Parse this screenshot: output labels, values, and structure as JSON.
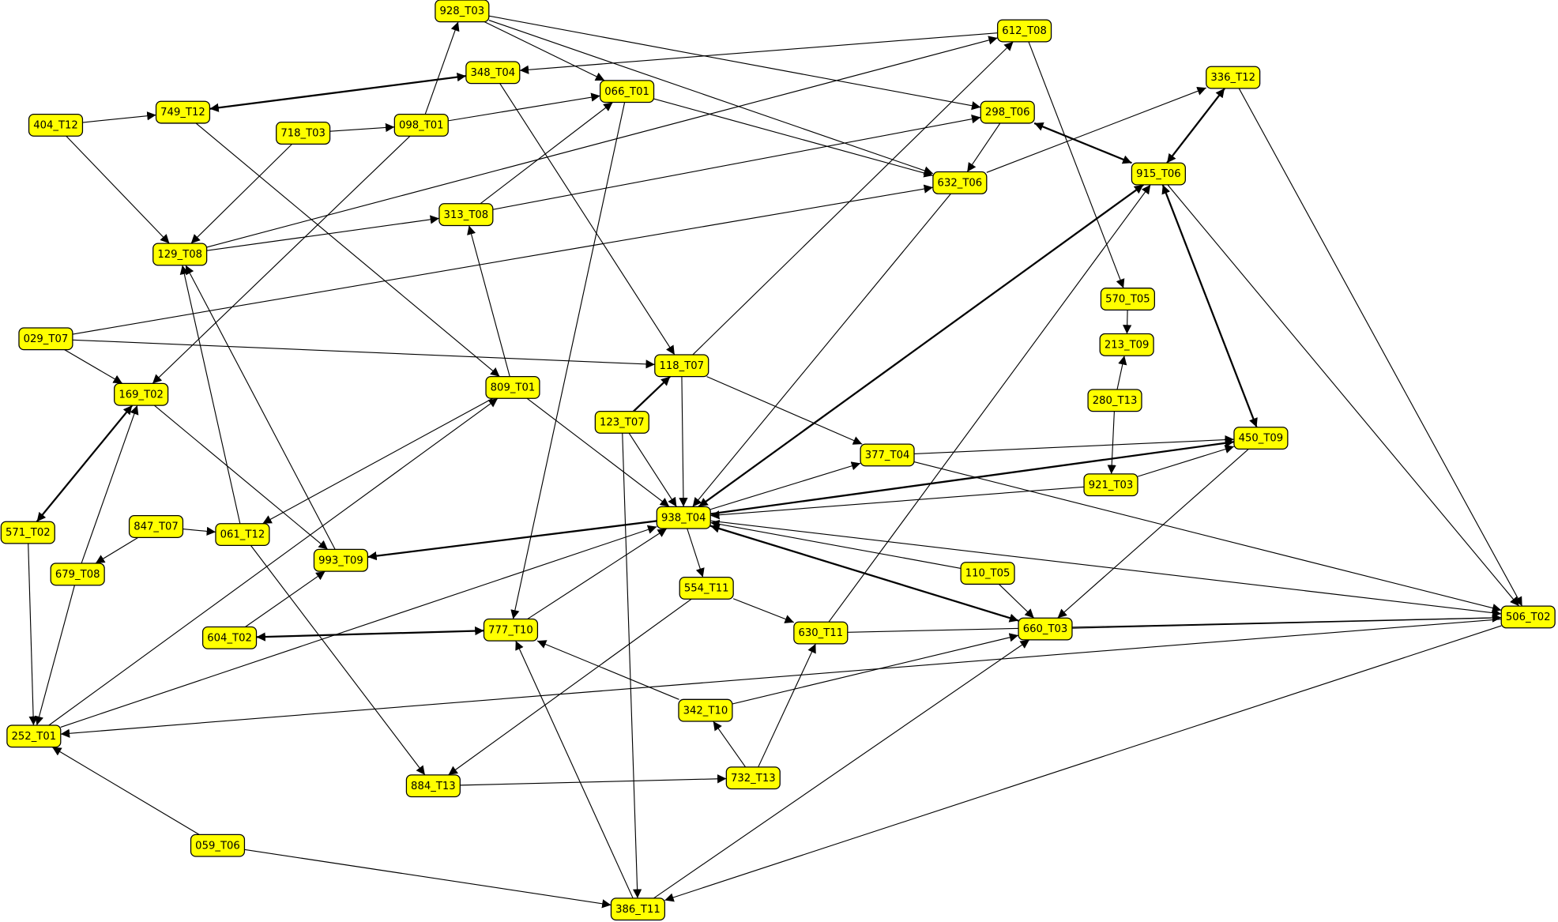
{
  "nodes": [
    "928_T03",
    "612_T08",
    "348_T04",
    "336_T12",
    "066_T01",
    "749_T12",
    "298_T06",
    "404_T12",
    "718_T03",
    "098_T01",
    "915_T06",
    "632_T06",
    "313_T08",
    "129_T08",
    "570_T05",
    "029_T07",
    "213_T09",
    "118_T07",
    "809_T01",
    "169_T02",
    "280_T13",
    "123_T07",
    "450_T09",
    "377_T04",
    "921_T03",
    "938_T04",
    "847_T07",
    "571_T02",
    "061_T12",
    "993_T09",
    "679_T08",
    "110_T05",
    "554_T11",
    "506_T02",
    "604_T02",
    "777_T10",
    "630_T11",
    "660_T03",
    "342_T10",
    "252_T01",
    "732_T13",
    "884_T13",
    "059_T06",
    "386_T11"
  ],
  "edges": [
    {
      "from": "928_T03",
      "to": "066_T01"
    },
    {
      "from": "928_T03",
      "to": "298_T06"
    },
    {
      "from": "928_T03",
      "to": "632_T06"
    },
    {
      "from": "098_T01",
      "to": "928_T03"
    },
    {
      "from": "612_T08",
      "to": "348_T04"
    },
    {
      "from": "612_T08",
      "to": "570_T05"
    },
    {
      "from": "348_T04",
      "to": "749_T12",
      "both": true,
      "thick": true
    },
    {
      "from": "348_T04",
      "to": "118_T07"
    },
    {
      "from": "404_T12",
      "to": "749_T12"
    },
    {
      "from": "404_T12",
      "to": "129_T08"
    },
    {
      "from": "749_T12",
      "to": "809_T01"
    },
    {
      "from": "718_T03",
      "to": "098_T01"
    },
    {
      "from": "718_T03",
      "to": "129_T08"
    },
    {
      "from": "098_T01",
      "to": "066_T01"
    },
    {
      "from": "098_T01",
      "to": "169_T02"
    },
    {
      "from": "066_T01",
      "to": "632_T06"
    },
    {
      "from": "066_T01",
      "to": "777_T10"
    },
    {
      "from": "313_T08",
      "to": "066_T01"
    },
    {
      "from": "313_T08",
      "to": "298_T06"
    },
    {
      "from": "129_T08",
      "to": "313_T08"
    },
    {
      "from": "129_T08",
      "to": "612_T08"
    },
    {
      "from": "298_T06",
      "to": "632_T06"
    },
    {
      "from": "298_T06",
      "to": "915_T06",
      "both": true,
      "thick": true
    },
    {
      "from": "632_T06",
      "to": "336_T12"
    },
    {
      "from": "632_T06",
      "to": "938_T04"
    },
    {
      "from": "336_T12",
      "to": "915_T06",
      "both": true,
      "thick": true
    },
    {
      "from": "336_T12",
      "to": "506_T02"
    },
    {
      "from": "915_T06",
      "to": "938_T04",
      "both": true,
      "thick": true
    },
    {
      "from": "915_T06",
      "to": "450_T09",
      "both": true,
      "thick": true
    },
    {
      "from": "915_T06",
      "to": "506_T02"
    },
    {
      "from": "630_T11",
      "to": "915_T06"
    },
    {
      "from": "570_T05",
      "to": "213_T09"
    },
    {
      "from": "280_T13",
      "to": "213_T09"
    },
    {
      "from": "280_T13",
      "to": "921_T03"
    },
    {
      "from": "029_T07",
      "to": "632_T06"
    },
    {
      "from": "029_T07",
      "to": "118_T07"
    },
    {
      "from": "029_T07",
      "to": "169_T02"
    },
    {
      "from": "118_T07",
      "to": "612_T08"
    },
    {
      "from": "118_T07",
      "to": "377_T04"
    },
    {
      "from": "118_T07",
      "to": "938_T04"
    },
    {
      "from": "123_T07",
      "to": "118_T07",
      "thick": true
    },
    {
      "from": "123_T07",
      "to": "938_T04"
    },
    {
      "from": "123_T07",
      "to": "386_T11"
    },
    {
      "from": "809_T01",
      "to": "313_T08"
    },
    {
      "from": "809_T01",
      "to": "938_T04"
    },
    {
      "from": "809_T01",
      "to": "061_T12"
    },
    {
      "from": "252_T01",
      "to": "809_T01"
    },
    {
      "from": "169_T02",
      "to": "571_T02",
      "both": true,
      "thick": true
    },
    {
      "from": "169_T02",
      "to": "993_T09"
    },
    {
      "from": "679_T08",
      "to": "169_T02"
    },
    {
      "from": "679_T08",
      "to": "252_T01"
    },
    {
      "from": "571_T02",
      "to": "252_T01"
    },
    {
      "from": "847_T07",
      "to": "679_T08"
    },
    {
      "from": "847_T07",
      "to": "061_T12"
    },
    {
      "from": "061_T12",
      "to": "129_T08"
    },
    {
      "from": "061_T12",
      "to": "884_T13"
    },
    {
      "from": "993_T09",
      "to": "129_T08"
    },
    {
      "from": "938_T04",
      "to": "993_T09",
      "thick": true
    },
    {
      "from": "938_T04",
      "to": "450_T09",
      "thick": true
    },
    {
      "from": "938_T04",
      "to": "377_T04"
    },
    {
      "from": "938_T04",
      "to": "554_T11"
    },
    {
      "from": "938_T04",
      "to": "660_T03",
      "both": true,
      "thick": true
    },
    {
      "from": "938_T04",
      "to": "506_T02"
    },
    {
      "from": "252_T01",
      "to": "938_T04"
    },
    {
      "from": "777_T10",
      "to": "938_T04"
    },
    {
      "from": "110_T05",
      "to": "938_T04"
    },
    {
      "from": "921_T03",
      "to": "938_T04"
    },
    {
      "from": "921_T03",
      "to": "450_T09"
    },
    {
      "from": "377_T04",
      "to": "450_T09"
    },
    {
      "from": "377_T04",
      "to": "506_T02"
    },
    {
      "from": "450_T09",
      "to": "660_T03"
    },
    {
      "from": "110_T05",
      "to": "660_T03"
    },
    {
      "from": "554_T11",
      "to": "630_T11"
    },
    {
      "from": "554_T11",
      "to": "884_T13"
    },
    {
      "from": "630_T11",
      "to": "506_T02"
    },
    {
      "from": "660_T03",
      "to": "506_T02"
    },
    {
      "from": "506_T02",
      "to": "252_T01"
    },
    {
      "from": "506_T02",
      "to": "386_T11"
    },
    {
      "from": "604_T02",
      "to": "777_T10",
      "both": true,
      "thick": true
    },
    {
      "from": "604_T02",
      "to": "993_T09"
    },
    {
      "from": "342_T10",
      "to": "777_T10"
    },
    {
      "from": "342_T10",
      "to": "660_T03"
    },
    {
      "from": "732_T13",
      "to": "342_T10"
    },
    {
      "from": "732_T13",
      "to": "630_T11"
    },
    {
      "from": "884_T13",
      "to": "732_T13"
    },
    {
      "from": "059_T06",
      "to": "252_T01"
    },
    {
      "from": "059_T06",
      "to": "386_T11"
    },
    {
      "from": "386_T11",
      "to": "777_T10"
    },
    {
      "from": "386_T11",
      "to": "660_T03"
    }
  ]
}
